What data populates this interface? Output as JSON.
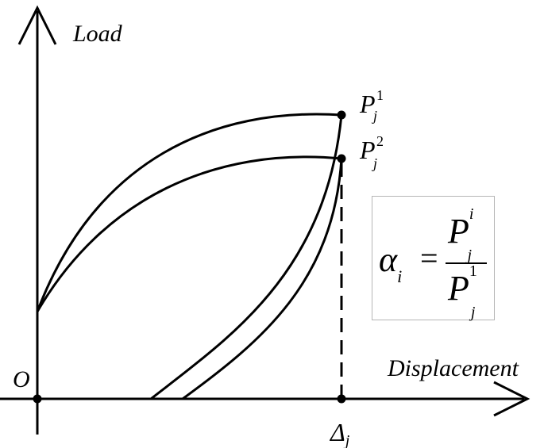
{
  "axes": {
    "y_label": "Load",
    "x_label": "Displacement",
    "origin_label": "O",
    "delta_label": "Δ",
    "delta_subscript": "j"
  },
  "points": {
    "p1_base": "P",
    "p1_sup": "1",
    "p1_sub": "j",
    "p2_base": "P",
    "p2_sup": "2",
    "p2_sub": "j"
  },
  "formula": {
    "lhs": "α",
    "lhs_sub": "i",
    "equals": "=",
    "num_base": "P",
    "num_sup": "i",
    "num_sub": "j",
    "den_base": "P",
    "den_sup": "1",
    "den_sub": "j"
  }
}
